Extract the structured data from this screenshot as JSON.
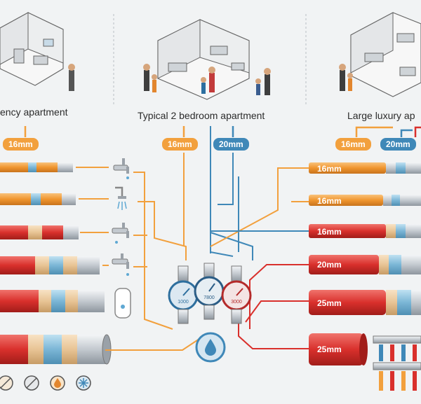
{
  "apartments": [
    {
      "label": "ency apartment"
    },
    {
      "label": "Typical 2 bedroom apartment"
    },
    {
      "label": "Large luxury ap"
    }
  ],
  "size_tags": {
    "studio": "16mm",
    "typical_a": "16mm",
    "typical_b": "20mm",
    "luxury_a": "16mm",
    "luxury_b": "20mm"
  },
  "right_pipes": [
    "16mm",
    "16mm",
    "16mm",
    "20mm",
    "25mm",
    "25mm"
  ],
  "meters": [
    {
      "reading": "1000"
    },
    {
      "reading": "7800"
    },
    {
      "reading": "3000"
    }
  ],
  "colors": {
    "orange": "#f2a03d",
    "blue": "#3f88b8",
    "red": "#d9302c",
    "silver": "#c9ced3"
  },
  "fixture_icons": [
    "faucet-icon",
    "shower-icon",
    "tap-icon",
    "outdoor-tap-icon",
    "water-heater-icon"
  ],
  "bottom_icons": [
    "no-corrosion-icon",
    "flexible-icon",
    "hot-water-drop-icon",
    "freeze-resistant-icon"
  ]
}
